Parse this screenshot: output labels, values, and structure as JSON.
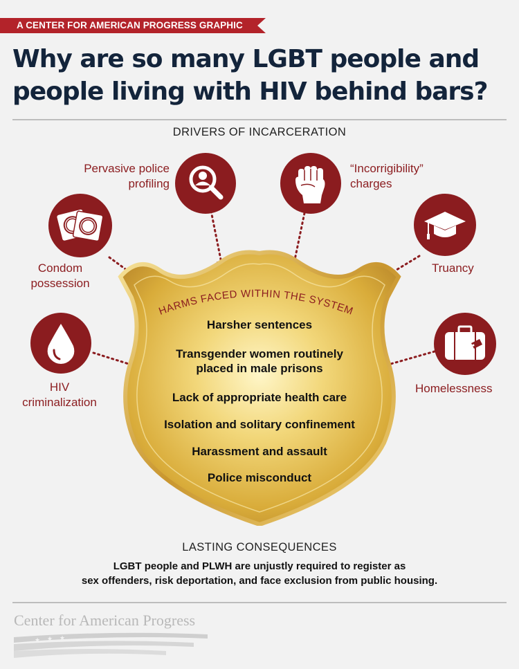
{
  "banner": {
    "text": "A CENTER FOR AMERICAN PROGRESS GRAPHIC",
    "color": "#b3232a"
  },
  "title": {
    "line1": "Why are so many LGBT people and",
    "line2": "people living with HIV behind bars?"
  },
  "drivers": {
    "heading": "DRIVERS OF INCARCERATION",
    "items": [
      {
        "line1": "Pervasive police",
        "line2": "profiling",
        "icon": "magnifier-person-icon"
      },
      {
        "line1": "“Incorrigibility”",
        "line2": "charges",
        "icon": "raised-fist-icon"
      },
      {
        "line1": "Condom",
        "line2": "possession",
        "icon": "condom-packets-icon"
      },
      {
        "line1": "Truancy",
        "line2": "",
        "icon": "graduation-cap-icon"
      },
      {
        "line1": "HIV",
        "line2": "criminalization",
        "icon": "blood-drop-icon"
      },
      {
        "line1": "Homelessness",
        "line2": "",
        "icon": "suitcase-icon"
      }
    ]
  },
  "harms": {
    "heading": "HARMS FACED WITHIN THE SYSTEM",
    "items": [
      "Harsher  sentences",
      "Transgender women routinely",
      "placed in male prisons",
      "Lack of appropriate health care",
      "Isolation and solitary confinement",
      "Harassment and assault",
      "Police misconduct"
    ]
  },
  "consequences": {
    "heading": "LASTING CONSEQUENCES",
    "line1": "LGBT people and PLWH are unjustly required to register as",
    "line2": "sex offenders, risk deportation, and face exclusion from public housing."
  },
  "footer": {
    "logo_text": "Center for American Progress"
  },
  "colors": {
    "accent": "#8b1c1f",
    "title": "#13243b",
    "gold": "#e0b84a"
  }
}
